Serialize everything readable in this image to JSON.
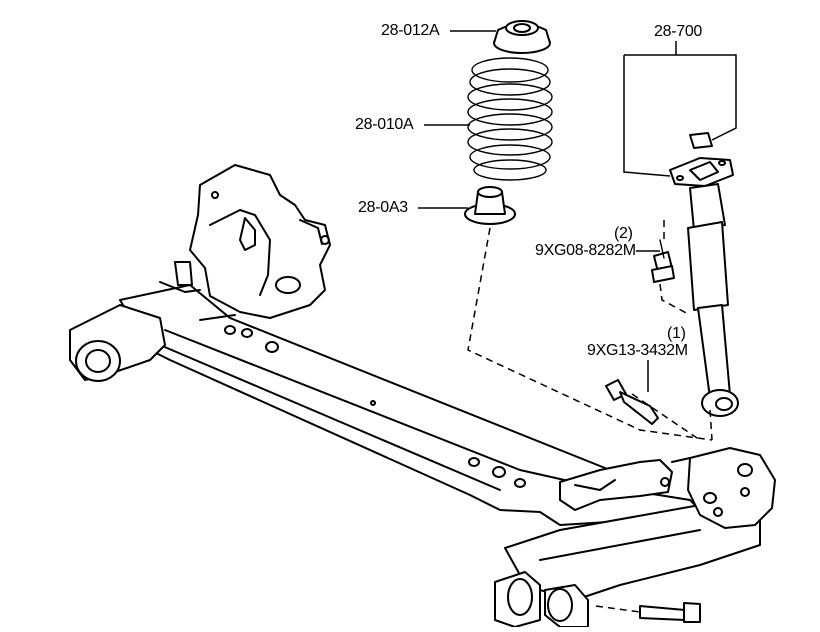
{
  "callouts": {
    "spring_seat_upper": "28-012A",
    "coil_spring": "28-010A",
    "spring_seat_lower": "28-0A3",
    "shock_absorber": "28-700",
    "upper_bolt_qty": "(2)",
    "upper_bolt": "9XG08-8282M",
    "lower_bolt_qty": "(1)",
    "lower_bolt": "9XG13-3432M"
  }
}
